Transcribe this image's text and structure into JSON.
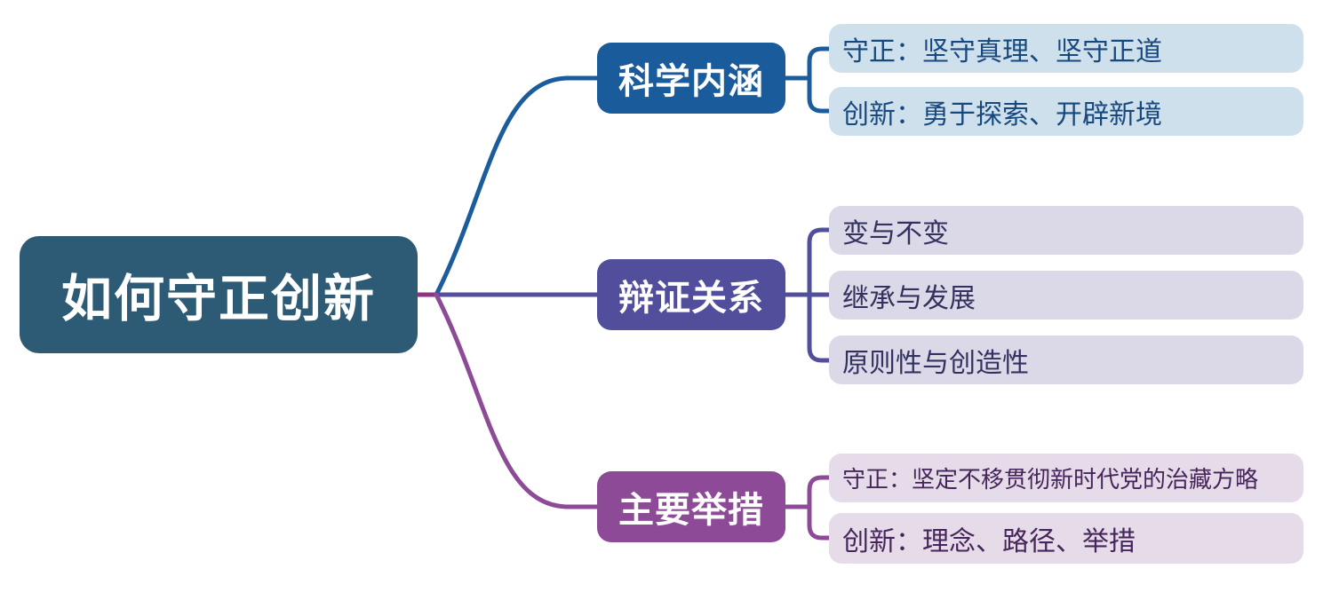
{
  "title": "如何守正创新 思维导图",
  "mindmap": {
    "root": {
      "label": "如何守正创新",
      "bg_color": "#2d5a74",
      "text_color": "#ffffff"
    },
    "junction_stub_color": "#8e3383",
    "branches": [
      {
        "label": "科学内涵",
        "branch_color": "#1a5b9c",
        "leaf_bg_color": "#cfe0ed",
        "leaf_text_color": "#17497e",
        "leaves": [
          {
            "text": "守正：坚守真理、坚守正道"
          },
          {
            "text": "创新：勇于探索、开辟新境"
          }
        ]
      },
      {
        "label": "辩证关系",
        "branch_color": "#514e9c",
        "leaf_bg_color": "#dbd9e8",
        "leaf_text_color": "#33315f",
        "leaves": [
          {
            "text": "变与不变"
          },
          {
            "text": "继承与发展"
          },
          {
            "text": "原则性与创造性"
          }
        ]
      },
      {
        "label": "主要举措",
        "branch_color": "#8c4a97",
        "leaf_bg_color": "#e6dbe9",
        "leaf_text_color": "#46265a",
        "leaves": [
          {
            "text": "守正：坚定不移贯彻新时代党的治藏方略"
          },
          {
            "text": "创新：理念、路径、举措"
          }
        ]
      }
    ]
  }
}
